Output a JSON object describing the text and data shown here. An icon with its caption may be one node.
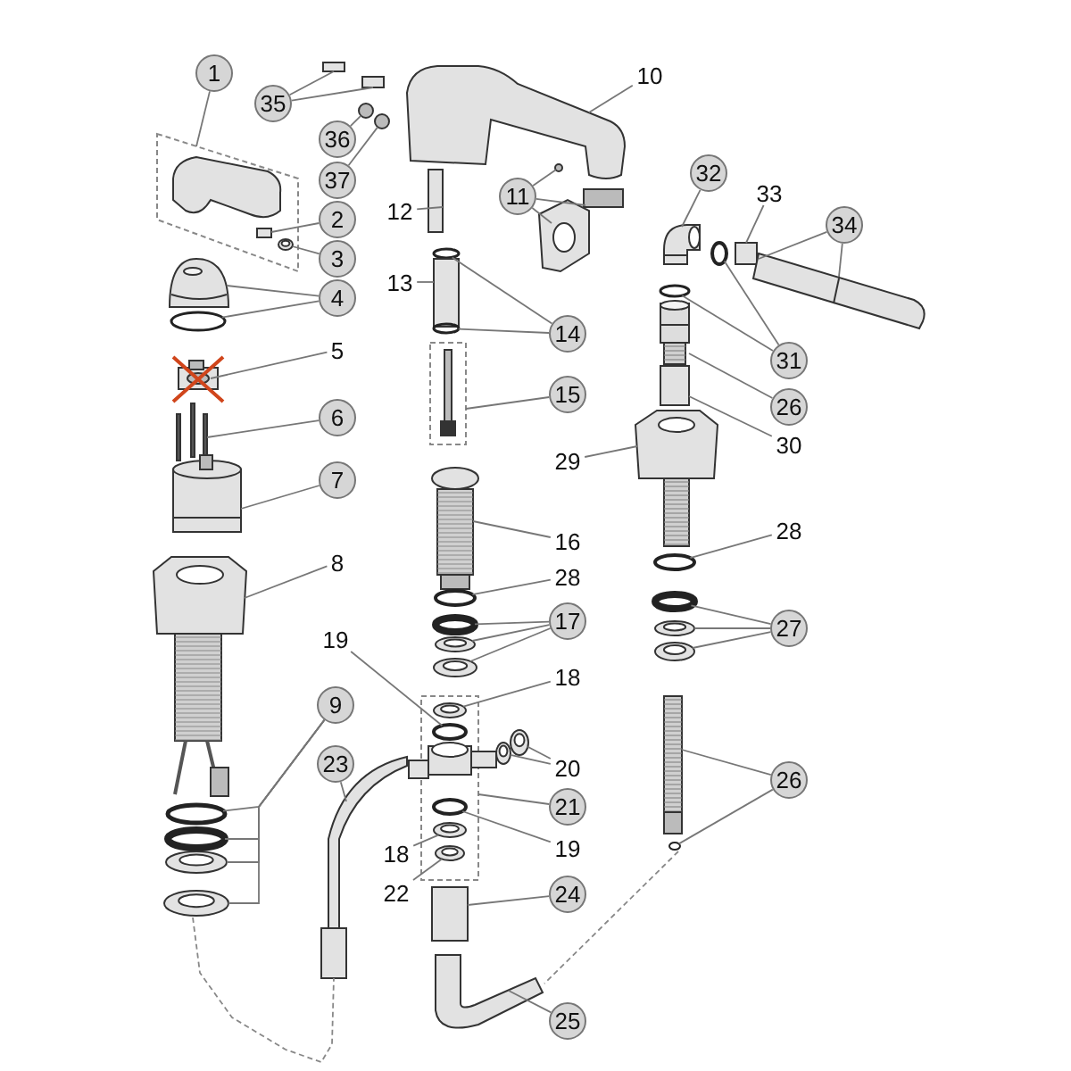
{
  "diagram": {
    "nodes": [
      {
        "text": [
          "1"
        ]
      },
      {
        "text": [
          "10"
        ]
      },
      {
        "text": [
          "35"
        ]
      },
      {
        "text": [
          "36"
        ]
      },
      {
        "text": [
          "37"
        ]
      },
      {
        "text": [
          "32"
        ]
      },
      {
        "text": [
          "11"
        ]
      },
      {
        "text": [
          "33"
        ]
      },
      {
        "text": [
          "12"
        ]
      },
      {
        "text": [
          "2"
        ]
      },
      {
        "text": [
          "34"
        ]
      },
      {
        "text": [
          "3"
        ]
      },
      {
        "text": [
          "13"
        ]
      },
      {
        "text": [
          "4"
        ]
      },
      {
        "text": [
          "14"
        ]
      },
      {
        "text": [
          "5"
        ]
      },
      {
        "text": [
          "31"
        ]
      },
      {
        "text": [
          "15"
        ]
      },
      {
        "text": [
          "26"
        ]
      },
      {
        "text": [
          "6"
        ]
      },
      {
        "text": [
          "30"
        ]
      },
      {
        "text": [
          "29"
        ]
      },
      {
        "text": [
          "7"
        ]
      },
      {
        "text": [
          "28"
        ]
      },
      {
        "text": [
          "16"
        ]
      },
      {
        "text": [
          "8"
        ]
      },
      {
        "text": [
          "28"
        ]
      },
      {
        "text": [
          "17"
        ]
      },
      {
        "text": [
          "27"
        ]
      },
      {
        "text": [
          "19"
        ]
      },
      {
        "text": [
          "18"
        ]
      },
      {
        "text": [
          "9"
        ]
      },
      {
        "text": [
          "23"
        ]
      },
      {
        "text": [
          "20"
        ]
      },
      {
        "text": [
          "26"
        ]
      },
      {
        "text": [
          "21"
        ]
      },
      {
        "text": [
          "19"
        ]
      },
      {
        "text": [
          "18"
        ]
      },
      {
        "text": [
          "22"
        ]
      },
      {
        "text": [
          "24"
        ]
      },
      {
        "text": [
          "25"
        ]
      },
      {
        "text": [],
        "shape": "box"
      },
      {
        "text": [],
        "shape": "picture"
      },
      {
        "text": [],
        "shape": "box"
      },
      {
        "text": [],
        "shape": "circle"
      },
      {
        "text": [],
        "shape": "circle"
      },
      {
        "text": [],
        "shape": "box"
      },
      {
        "text": [],
        "shape": "picture",
        "in": 46
      },
      {
        "text": [],
        "shape": "circle"
      },
      {
        "text": [],
        "shape": "box"
      },
      {
        "text": [],
        "shape": "box"
      },
      {
        "text": [],
        "shape": "picture"
      },
      {
        "text": [],
        "shape": "picture"
      },
      {
        "text": [],
        "shape": "box",
        "in": 46
      },
      {
        "text": [],
        "shape": "circle",
        "in": 46
      },
      {
        "text": [],
        "shape": "circle"
      },
      {
        "text": [],
        "shape": "box"
      },
      {
        "text": [],
        "shape": "circle"
      },
      {
        "text": [],
        "shape": "picture"
      },
      {
        "text": [],
        "shape": "box"
      },
      {
        "text": [],
        "shape": "picture"
      },
      {
        "text": [],
        "shape": "circle"
      },
      {
        "text": [],
        "shape": "picture"
      },
      {
        "text": [],
        "shape": "circle"
      },
      {
        "text": [],
        "shape": "circle"
      },
      {
        "text": [],
        "shape": "box"
      },
      {
        "text": [],
        "shape": "picture",
        "in": 65
      },
      {
        "text": [],
        "shape": "picture"
      },
      {
        "text": [],
        "shape": "box"
      },
      {
        "text": [],
        "shape": "box"
      },
      {
        "text": [],
        "shape": "box"
      },
      {
        "text": [],
        "shape": "box"
      },
      {
        "text": [],
        "shape": "picture"
      },
      {
        "text": [],
        "shape": "picture"
      },
      {
        "text": [],
        "shape": "picture"
      },
      {
        "text": [],
        "shape": "picture"
      },
      {
        "text": [],
        "shape": "circle"
      },
      {
        "text": [],
        "shape": "circle"
      },
      {
        "text": [],
        "shape": "circle"
      },
      {
        "text": [],
        "shape": "circle"
      },
      {
        "text": [],
        "shape": "circle"
      },
      {
        "text": [],
        "shape": "circle"
      },
      {
        "text": [],
        "shape": "circle"
      },
      {
        "text": [],
        "shape": "circle"
      },
      {
        "text": [],
        "shape": "box"
      },
      {
        "text": [],
        "shape": "picture"
      },
      {
        "text": [],
        "shape": "circle",
        "in": 84
      },
      {
        "text": [],
        "shape": "circle",
        "in": 84
      },
      {
        "text": [],
        "shape": "circle"
      },
      {
        "text": [],
        "shape": "picture"
      },
      {
        "text": [],
        "shape": "circle"
      },
      {
        "text": [],
        "shape": "picture"
      },
      {
        "text": [],
        "shape": "circle",
        "in": 84
      },
      {
        "text": [],
        "shape": "circle"
      },
      {
        "text": [],
        "shape": "circle",
        "in": 84
      },
      {
        "text": [],
        "shape": "circle"
      },
      {
        "text": [],
        "shape": "circle"
      },
      {
        "text": [],
        "shape": "circle",
        "in": 84
      },
      {
        "text": [],
        "shape": "circle"
      },
      {
        "text": [],
        "shape": "box"
      },
      {
        "text": [],
        "shape": "circle"
      },
      {
        "text": [],
        "shape": "picture"
      }
    ],
    "edges": [
      {
        "from": 0,
        "to": 46,
        "arrow": "none"
      },
      {
        "from": 2,
        "to": 41,
        "arrow": "none"
      },
      {
        "from": 2,
        "to": 43,
        "arrow": "none"
      },
      {
        "from": 1,
        "to": 42,
        "arrow": "none"
      },
      {
        "from": 3,
        "to": 44,
        "arrow": "none"
      },
      {
        "from": 4,
        "to": 45,
        "arrow": "none"
      },
      {
        "from": 5,
        "to": 52,
        "arrow": "none"
      },
      {
        "from": 6,
        "to": 48,
        "arrow": "none"
      },
      {
        "from": 6,
        "to": 50,
        "arrow": "none"
      },
      {
        "from": 6,
        "to": 51,
        "arrow": "none"
      },
      {
        "from": 7,
        "to": 56,
        "arrow": "none"
      },
      {
        "from": 8,
        "to": 49,
        "arrow": "none"
      },
      {
        "from": 9,
        "to": 53,
        "arrow": "none"
      },
      {
        "from": 10,
        "to": 58,
        "arrow": "none"
      },
      {
        "from": 10,
        "to": 58,
        "arrow": "none"
      },
      {
        "from": 11,
        "to": 54,
        "arrow": "none"
      },
      {
        "from": 12,
        "to": 59,
        "arrow": "none"
      },
      {
        "from": 13,
        "to": 60,
        "arrow": "none"
      },
      {
        "from": 13,
        "to": 63,
        "arrow": "none"
      },
      {
        "from": 14,
        "to": 57,
        "arrow": "none"
      },
      {
        "from": 14,
        "to": 64,
        "arrow": "none"
      },
      {
        "from": 15,
        "to": 67,
        "arrow": "none"
      },
      {
        "from": 16,
        "to": 61,
        "arrow": "none"
      },
      {
        "from": 16,
        "to": 55,
        "arrow": "none"
      },
      {
        "from": 17,
        "to": 65,
        "arrow": "none"
      },
      {
        "from": 18,
        "to": 62,
        "arrow": "none"
      },
      {
        "from": 19,
        "to": 71,
        "arrow": "none"
      },
      {
        "from": 20,
        "to": 68,
        "arrow": "none"
      },
      {
        "from": 21,
        "to": 72,
        "arrow": "none"
      },
      {
        "from": 22,
        "to": 73,
        "arrow": "none"
      },
      {
        "from": 23,
        "to": 76,
        "arrow": "none"
      },
      {
        "from": 24,
        "to": 74,
        "arrow": "none"
      },
      {
        "from": 25,
        "to": 75,
        "arrow": "none"
      },
      {
        "from": 26,
        "to": 77,
        "arrow": "none"
      },
      {
        "from": 27,
        "to": 79,
        "arrow": "none"
      },
      {
        "from": 27,
        "to": 81,
        "arrow": "none"
      },
      {
        "from": 27,
        "to": 83,
        "arrow": "none"
      },
      {
        "from": 28,
        "to": 78,
        "arrow": "none"
      },
      {
        "from": 28,
        "to": 80,
        "arrow": "none"
      },
      {
        "from": 28,
        "to": 82,
        "arrow": "none"
      },
      {
        "from": 29,
        "to": 87,
        "arrow": "none"
      },
      {
        "from": 30,
        "to": 86,
        "arrow": "none"
      },
      {
        "from": 31,
        "to": 93,
        "arrow": "none"
      },
      {
        "from": 31,
        "to": 95,
        "arrow": "none"
      },
      {
        "from": 31,
        "to": 98,
        "arrow": "none"
      },
      {
        "from": 31,
        "to": 100,
        "arrow": "none"
      },
      {
        "from": 32,
        "to": 91,
        "arrow": "none"
      },
      {
        "from": 33,
        "to": 88,
        "arrow": "none"
      },
      {
        "from": 33,
        "to": 90,
        "arrow": "none"
      },
      {
        "from": 34,
        "to": 85,
        "arrow": "none"
      },
      {
        "from": 34,
        "to": 96,
        "arrow": "none"
      },
      {
        "from": 35,
        "to": 84,
        "arrow": "none"
      },
      {
        "from": 36,
        "to": 92,
        "arrow": "none"
      },
      {
        "from": 37,
        "to": 94,
        "arrow": "none"
      },
      {
        "from": 38,
        "to": 97,
        "arrow": "none"
      },
      {
        "from": 39,
        "to": 99,
        "arrow": "none"
      },
      {
        "from": 40,
        "to": 101,
        "arrow": "none"
      },
      {
        "from": 100,
        "to": 91,
        "arrow": "none",
        "style": "dashed"
      },
      {
        "from": 96,
        "to": 101,
        "arrow": "none",
        "style": "dashed"
      }
    ]
  }
}
